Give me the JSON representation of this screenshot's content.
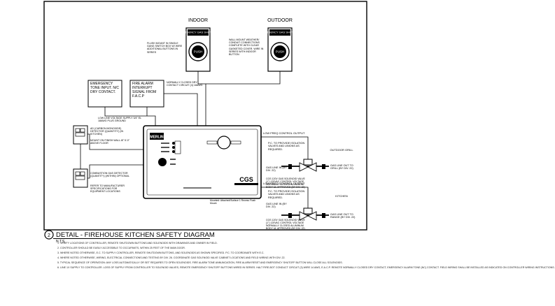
{
  "labels": {
    "indoor": "INDOOR",
    "outdoor": "OUTDOOR",
    "shutoff_indoor": "EMERGENCY GAS SHUT OFF",
    "shutoff_outdoor": "EMERGENCY GAS SHUT OFF",
    "push": "PUSH",
    "flush_mount_note": "FLUSH MOUNT IN SINGLE GANG SWITCH BOX W/ WIRE ADDITIONAL BUTTONS IN SERIES",
    "wall_mount_note": "WALL MOUNT WEATHER/ CONDUIT CONNECTIONS COMPLETE WITH CLEAR GASKETED COVER. WIRE IN SERIES WITH INDOOR BUTTON",
    "tone_input": "EMERGENCY TONE INPUT. N/C DRY CONTACT.",
    "fire_alarm": "FIRE ALARM INTERRUPT SIGNAL FROM F.A.C.P",
    "normally_closed": "NORMALLY CLOSED DRY CONTACT CIRCUIT (4) 18AWG",
    "low_voltage_supply": "LOW LINE VOLTAGE SUPPLY 3/4\" EL 18AWG PLUS GROUND",
    "merlin": "MERLIN",
    "cgs": "CGS",
    "controller_mount": "Mounted: Attached/Surface 1 Recess Flush Mount",
    "low_freq_output_1": "LOW FREQ CONTROL OUTPUT",
    "low_freq_output_2": "LOW FREQ CONTROL OUTPUT",
    "pc_isolation_1": "P.C. TO PROVIDE ISOLATION VALVES AND UNIONS AS REQUIRED.",
    "pc_isolation_2": "P.C. TO PROVIDE ISOLATION VALVES AND UNIONS AS REQUIRED.",
    "gas_line_in_1": "GAS LINE IN (BY DIV. 22)",
    "gas_line_in_2": "GAS LINE IN (BY DIV. 22)",
    "gas_line_out_grill": "GAS LINE OUT TO GRILL (BY DIV. 22)",
    "gas_line_out_range": "GAS LINE OUT TO RANGE (BY DIV. 22)",
    "solenoid_1": "CGS 120V GAS SOLENOID VALVE (1\") 120VAC CONTROL VOLTAGE NORMALLY CLOSED ALUMINUM BODY UL APPROVED (BY DIV. 22)",
    "solenoid_2": "CGS 120V GAS SOLENOID VALVE (1\") 120VAC CONTROL VOLTAGE NORMALLY CLOSED ALUMINUM BODY UL APPROVED (BY DIV. 22)",
    "outdoor_grill": "OUTDOOR GRILL",
    "kitchen": "KITCHEN",
    "hood_detector": "AD (CARBON MONOXIDE) DETECTOR (QUANTITY) (IN KITCHEN)",
    "combustion_detector": "COMBUSTION GAS DETECTOR (QUANTITY) (WITHIN) OPTIONAL",
    "detector_mount": "MOUNT ON FINISH WALL AT 5'-0\" ABOVE FLOOR",
    "detector_note_2": "REFER TO MANUFACTURER SPECIFICATIONS FOR EQUIPMENT LOCATIONS"
  },
  "title": {
    "number": "2",
    "text": "DETAIL - FIREHOUSE KITCHEN SAFETY DIAGRAM",
    "scale": "N.T.S."
  },
  "notes": [
    "1.   VERIFY LOCATIONS OF CONTROLLER, REMOTE SHUTDOWN BUTTONS AND SOLENOIDS WITH DRAWINGS AND OWNER IN FIELD.",
    "2.   CONTROLLER SHOULD BE EASILY ACCESSIBLE TO OCCUPANTS, WITHIN 25 FEET OF THE MAIN DOOR.",
    "3.   WHERE NOTED OTHERWISE, E.C. TO SUPPLY CONTROLLER, REMOTE SHUTDOWN BUTTONS, AND SOLENOIDS AS SHOWN SPECIFIED. P.C. TO COORDINATE WITH E.C.",
    "4.   WHERE NOTED OTHERWISE, WIRING, ELECTRICAL CONNECTIONS AND TESTING BY DIV. 26. COORDINATE GAS SOLENOID VALVE CABINET LOCATIONS AND FIELD WIRING WITH DIV. 22.",
    "5.   TYPICAL SEQUENCE OF OPERATION: ANY LOSS AUTOMATICALLY OR SET REQUIRES TO OPEN SOLENOIDS. FIRE ALARM TONE ANNUNCIATION, FIRE ALARM RESET AND EMERGENCY SHUTOFF BUTTON WILL CLOSE ALL SOLENOIDS.",
    "6.   LINE 1X SUPPLY TO CONTROLLER. LOSS OF SUPPLY FROM CONTROLLER TO SOLENOID VALVES, REMOTE EMERGENCY SHUTOFF BUTTONS WIRED IN SERIES. HALT FIRE-BOT CONDUCT CIRCUIT (3) WIRE 14 AWG, E.A.C.P. REMOTE NORMALLY CLOSED DRY CONTACT, EMERGENCY ALARM TONE (NC) CONTACT. FIELD WIRING SHALL BE INSTALLED AS INDICATED ON CONTROLLER WIRING INSTRUCTIONS."
  ]
}
